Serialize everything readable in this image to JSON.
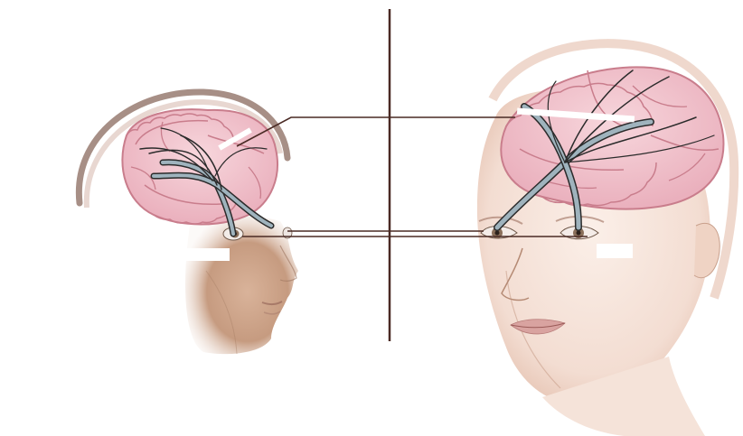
{
  "figure": {
    "text_labels": [],
    "colors": {
      "background": "#ffffff",
      "skin_light": "#f6e6de",
      "skin_mid": "#e8c8b8",
      "skin_shadow": "#b88f72",
      "hair": "#8a6a5e",
      "brain_fill": "#f3c7cf",
      "brain_edge": "#c97d8c",
      "brain_deep": "#e7a3b2",
      "nerve_fill": "#9fb3bd",
      "nerve_edge": "#2b2b2b",
      "leader_line": "#4a2a24",
      "divider": "#4a2a24",
      "iris": "#8a6f5a"
    },
    "views": [
      {
        "name": "lateral-view",
        "contents": [
          "head-profile",
          "brain-cutaway",
          "optic-pathway",
          "eye"
        ]
      },
      {
        "name": "frontal-oblique-view",
        "contents": [
          "face",
          "brain-cutaway",
          "optic-pathway",
          "left-eye",
          "right-eye"
        ]
      }
    ]
  }
}
